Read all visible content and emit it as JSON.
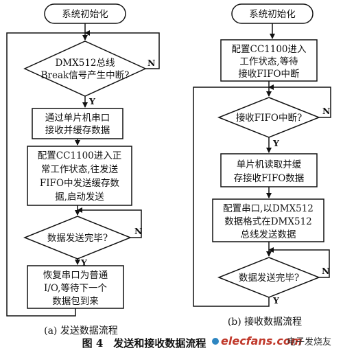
{
  "left": {
    "start": "系统初始化",
    "decision1": [
      "DMX512总线",
      "Break信号产生中断?"
    ],
    "decision1_no": "N",
    "decision1_yes": "Y",
    "process1": [
      "通过单片机串口",
      "接收并缓存数据"
    ],
    "process2": [
      "配置CC1100进入正",
      "常工作状态,往发送",
      "FIFO中发送缓存数",
      "据,启动发送"
    ],
    "decision2": [
      "数据发送完毕?"
    ],
    "decision2_no": "N",
    "decision2_yes": "Y",
    "process3": [
      "恢复串口为普通",
      "I/O,等待下一个",
      "数据包到来"
    ],
    "caption": "(a) 发送数据流程"
  },
  "right": {
    "start": "系统初始化",
    "process1": [
      "配置CC1100进入",
      "工作状态,等待",
      "接收FIFO中断"
    ],
    "decision1": [
      "接收FIFO中断?"
    ],
    "decision1_no": "N",
    "decision1_yes": "Y",
    "process2": [
      "单片机读取并缓",
      "存接收FIFO数据"
    ],
    "process3": [
      "配置串口,以DMX512",
      "数据格式在DMX512",
      "总线发送数据"
    ],
    "decision2": [
      "数据发送完毕?"
    ],
    "decision2_no": "N",
    "decision2_yes": "Y",
    "caption": "(b) 接收数据流程"
  },
  "figure_caption": "图 4　发送和接收数据流程",
  "watermark": {
    "brand": "elecfans.com",
    "cn": "电子发烧友"
  }
}
